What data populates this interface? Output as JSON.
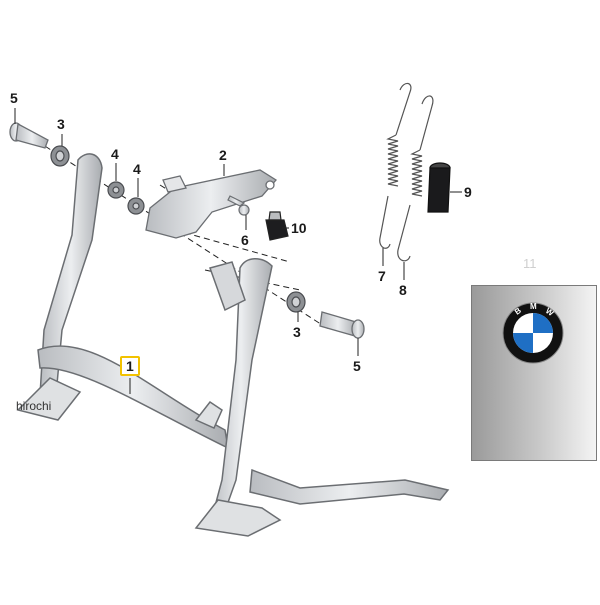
{
  "callouts": {
    "c1": "1",
    "c2": "2",
    "c3a": "3",
    "c3b": "3",
    "c4a": "4",
    "c4b": "4",
    "c5a": "5",
    "c5b": "5",
    "c6": "6",
    "c7": "7",
    "c8": "8",
    "c9": "9",
    "c10": "10",
    "c11": "11"
  },
  "watermark": "hirochi",
  "logo": {
    "letters": "BMW"
  },
  "colors": {
    "part_fill": "#cfd2d6",
    "part_stroke": "#6b6e72",
    "highlight": "#f2c200",
    "logo_blue": "#1f6fc4",
    "logo_black": "#111111"
  }
}
